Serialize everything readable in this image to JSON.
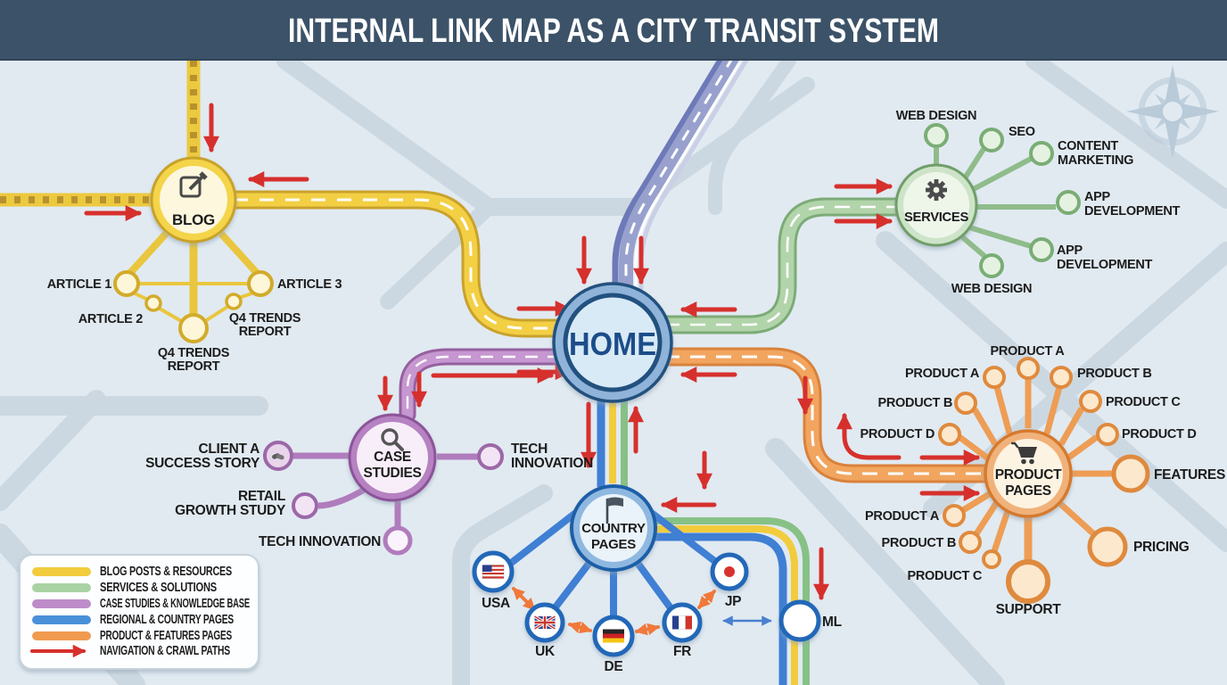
{
  "header": {
    "title": "INTERNAL LINK MAP AS A CITY TRANSIT SYSTEM"
  },
  "stations": {
    "home": {
      "label": "HOME",
      "icon": "none"
    },
    "blog": {
      "label": "BLOG",
      "icon": "edit-icon"
    },
    "services": {
      "label": "SERVICES",
      "icon": "gear-icon"
    },
    "case_studies": {
      "lines": [
        "CASE",
        "STUDIES"
      ],
      "icon": "magnifier-icon"
    },
    "country_pages": {
      "lines": [
        "COUNTRY",
        "PAGES"
      ],
      "icon": "flag-icon"
    },
    "product_pages": {
      "lines": [
        "PRODUCT",
        "PAGES"
      ],
      "icon": "cart-icon"
    }
  },
  "blog_branch": {
    "article1": "ARTICLE 1",
    "article2": "ARTICLE 2",
    "article3": "ARTICLE 3",
    "q4_center": [
      "Q4 TRENDS",
      "REPORT"
    ],
    "q4_right": [
      "Q4 TRENDS",
      "REPORT"
    ]
  },
  "services_branch": {
    "web_design_top": "WEB DESIGN",
    "seo": "SEO",
    "content_marketing": [
      "CONTENT",
      "MARKETING"
    ],
    "app_dev_right": [
      "APP",
      "DEVELOPMENT"
    ],
    "app_dev_lower": [
      "APP",
      "DEVELOPMENT"
    ],
    "web_design_bottom": "WEB DESIGN"
  },
  "case_branch": {
    "client_a": [
      "CLIENT A",
      "SUCCESS STORY"
    ],
    "retail": [
      "RETAIL",
      "GROWTH STUDY"
    ],
    "tech_bottom": "TECH INNOVATION",
    "tech_right": [
      "TECH",
      "INNOVATION"
    ]
  },
  "country_branch": {
    "usa": "USA",
    "uk": "UK",
    "de": "DE",
    "fr": "FR",
    "jp": "JP",
    "ml": "ML"
  },
  "product_branch": {
    "product_a_top": "PRODUCT A",
    "product_a_left": "PRODUCT A",
    "product_b_left": "PRODUCT B",
    "product_d_left": "PRODUCT D",
    "product_b_right": "PRODUCT B",
    "product_c_right": "PRODUCT C",
    "product_d_right": "PRODUCT D",
    "features": "FEATURES",
    "pricing": "PRICING",
    "support": "SUPPORT",
    "product_a_lower": "PRODUCT A",
    "product_b_lower": "PRODUCT B",
    "product_c_lower": "PRODUCT C"
  },
  "legend": {
    "items": [
      {
        "label": "BLOG POSTS & RESOURCES",
        "color": "#f2cc3d"
      },
      {
        "label": "SERVICES & SOLUTIONS",
        "color": "#a9d3a4"
      },
      {
        "label": "CASE STUDIES & KNOWLEDGE BASE",
        "color": "#bd8cc9"
      },
      {
        "label": "REGIONAL & COUNTRY PAGES",
        "color": "#4a90d9"
      },
      {
        "label": "PRODUCT & FEATURES PAGES",
        "color": "#f09a4f"
      },
      {
        "label": "NAVIGATION & CRAWL PATHS",
        "color": "#d6302d"
      }
    ]
  },
  "colors": {
    "header": "#3c5268",
    "background": "#e1eaf1",
    "street": "#ccd8e1",
    "blog_line": "#f2cc3d",
    "services_line": "#a9d3a4",
    "case_line": "#bd8cc9",
    "regional_line": "#4a90d9",
    "product_line": "#f09a4f",
    "crawl_arrow": "#d6302d"
  }
}
